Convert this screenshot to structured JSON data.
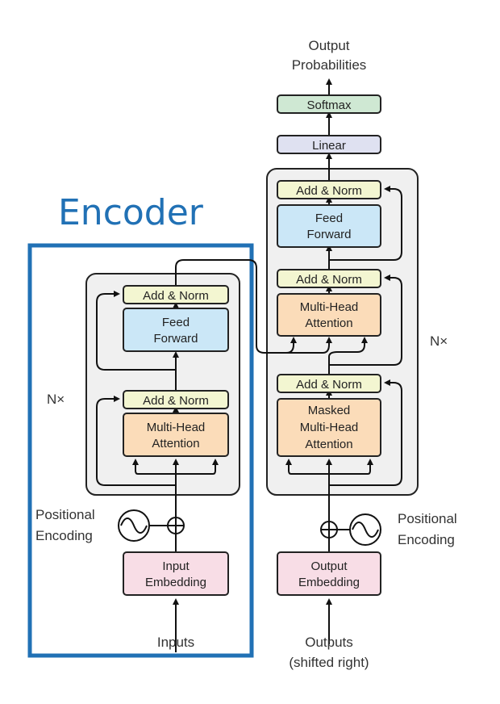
{
  "encoder_title": "Encoder",
  "colors": {
    "encoder_highlight": "#2171b5",
    "add_norm_fill": "#f3f6d1",
    "feed_forward_fill": "#cbe7f7",
    "attention_fill": "#fbdcb9",
    "embedding_fill": "#f8dde6",
    "softmax_fill": "#cfe8d3",
    "linear_fill": "#dfe1f1",
    "stack_fill": "#f0f0f0"
  },
  "encoder": {
    "add_norm_top": "Add & Norm",
    "feed_forward": [
      "Feed",
      "Forward"
    ],
    "add_norm_bottom": "Add & Norm",
    "attention": [
      "Multi-Head",
      "Attention"
    ],
    "repeat": "N×",
    "positional_encoding": [
      "Positional",
      "Encoding"
    ],
    "embedding": [
      "Input",
      "Embedding"
    ],
    "input_label": "Inputs"
  },
  "decoder": {
    "output_label": [
      "Output",
      "Probabilities"
    ],
    "softmax": "Softmax",
    "linear": "Linear",
    "add_norm_top": "Add & Norm",
    "feed_forward": [
      "Feed",
      "Forward"
    ],
    "add_norm_middle": "Add & Norm",
    "cross_attention": [
      "Multi-Head",
      "Attention"
    ],
    "add_norm_bottom": "Add & Norm",
    "masked_attention": [
      "Masked",
      "Multi-Head",
      "Attention"
    ],
    "repeat": "N×",
    "positional_encoding": [
      "Positional",
      "Encoding"
    ],
    "embedding": [
      "Output",
      "Embedding"
    ],
    "input_label": [
      "Outputs",
      "(shifted right)"
    ]
  }
}
